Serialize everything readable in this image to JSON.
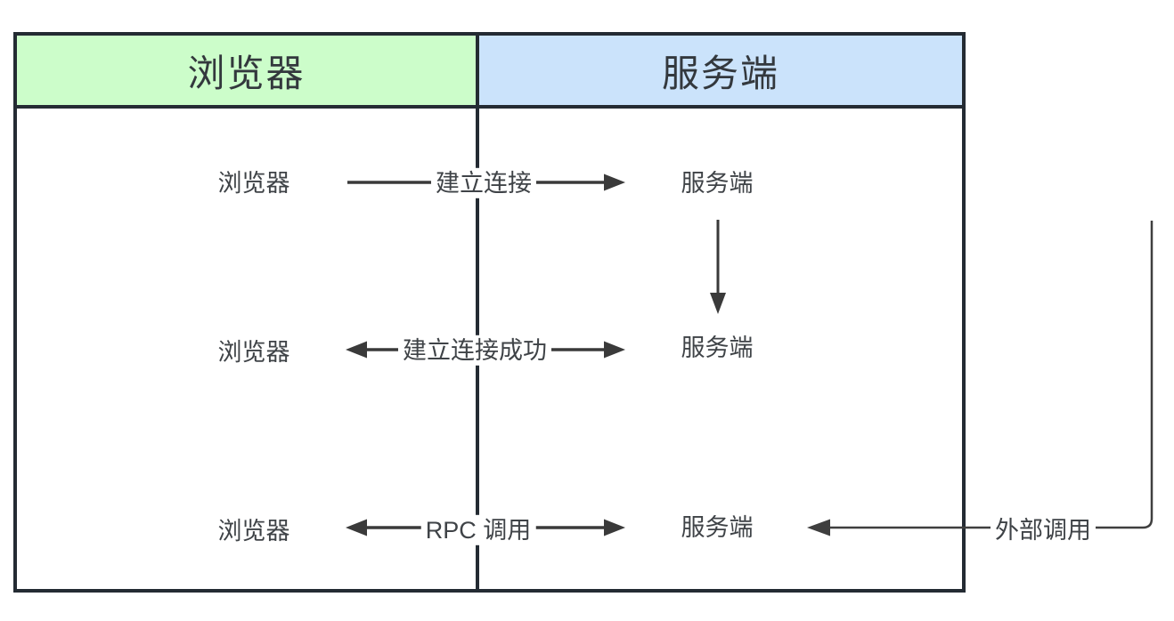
{
  "lanes": [
    {
      "title": "浏览器",
      "fill": "#ccfdca"
    },
    {
      "title": "服务端",
      "fill": "#cbe3fb"
    }
  ],
  "sequence": {
    "rows": [
      {
        "left": "浏览器",
        "right": "服务端",
        "label": "建立连接",
        "direction": "left-to-right"
      },
      {
        "left": "浏览器",
        "right": "服务端",
        "label": "建立连接成功",
        "direction": "bidirectional"
      },
      {
        "left": "浏览器",
        "right": "服务端",
        "label": "RPC 调用",
        "direction": "bidirectional"
      }
    ],
    "server_internal_arrow": {
      "from": "服务端",
      "to": "服务端",
      "direction": "down"
    },
    "external": {
      "label": "外部调用",
      "target": "服务端",
      "direction": "right-to-left"
    }
  },
  "colors": {
    "lane_browser_fill": "#ccfdca",
    "lane_server_fill": "#cbe3fb",
    "border": "#242b33",
    "arrow": "#3a3a3a",
    "text": "#3f4347",
    "background": "#ffffff"
  }
}
